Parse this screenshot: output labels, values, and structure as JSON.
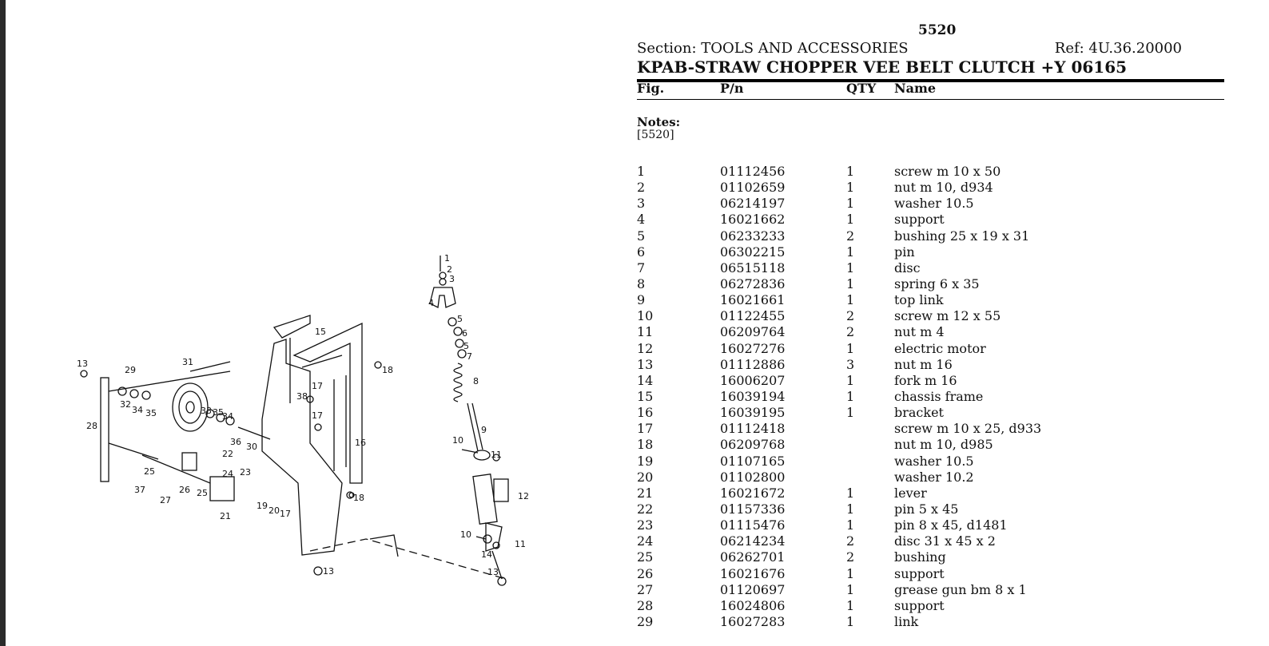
{
  "page_number": "5520",
  "section": "Section: TOOLS AND ACCESSORIES",
  "ref": "Ref: 4U.36.20000",
  "title": "KPAB-STRAW CHOPPER VEE BELT CLUTCH +Y 06165",
  "headers": {
    "fig": "Fig.",
    "pn": "P/n",
    "qty": "QTY",
    "name": "Name"
  },
  "notes": {
    "label": "Notes:",
    "value": "[5520]"
  },
  "parts": [
    {
      "fig": "1",
      "pn": "01112456",
      "qty": "1",
      "name": "screw m 10 x 50"
    },
    {
      "fig": "2",
      "pn": "01102659",
      "qty": "1",
      "name": "nut m 10, d934"
    },
    {
      "fig": "3",
      "pn": "06214197",
      "qty": "1",
      "name": "washer 10.5"
    },
    {
      "fig": "4",
      "pn": "16021662",
      "qty": "1",
      "name": "support"
    },
    {
      "fig": "5",
      "pn": "06233233",
      "qty": "2",
      "name": "bushing 25 x 19 x 31"
    },
    {
      "fig": "6",
      "pn": "06302215",
      "qty": "1",
      "name": "pin"
    },
    {
      "fig": "7",
      "pn": "06515118",
      "qty": "1",
      "name": "disc"
    },
    {
      "fig": "8",
      "pn": "06272836",
      "qty": "1",
      "name": "spring 6 x 35"
    },
    {
      "fig": "9",
      "pn": "16021661",
      "qty": "1",
      "name": "top link"
    },
    {
      "fig": "10",
      "pn": "01122455",
      "qty": "2",
      "name": "screw m 12 x 55"
    },
    {
      "fig": "11",
      "pn": "06209764",
      "qty": "2",
      "name": "nut m 4"
    },
    {
      "fig": "12",
      "pn": "16027276",
      "qty": "1",
      "name": "electric motor"
    },
    {
      "fig": "13",
      "pn": "01112886",
      "qty": "3",
      "name": "nut m 16"
    },
    {
      "fig": "14",
      "pn": "16006207",
      "qty": "1",
      "name": "fork m 16"
    },
    {
      "fig": "15",
      "pn": "16039194",
      "qty": "1",
      "name": "chassis frame"
    },
    {
      "fig": "16",
      "pn": "16039195",
      "qty": "1",
      "name": "bracket"
    },
    {
      "fig": "17",
      "pn": "01112418",
      "qty": "",
      "name": "screw m 10 x 25, d933"
    },
    {
      "fig": "18",
      "pn": "06209768",
      "qty": "",
      "name": "nut m 10, d985"
    },
    {
      "fig": "19",
      "pn": "01107165",
      "qty": "",
      "name": "washer 10.5"
    },
    {
      "fig": "20",
      "pn": "01102800",
      "qty": "",
      "name": "washer 10.2"
    },
    {
      "fig": "21",
      "pn": "16021672",
      "qty": "1",
      "name": "lever"
    },
    {
      "fig": "22",
      "pn": "01157336",
      "qty": "1",
      "name": "pin 5 x 45"
    },
    {
      "fig": "23",
      "pn": "01115476",
      "qty": "1",
      "name": "pin 8 x 45, d1481"
    },
    {
      "fig": "24",
      "pn": "06214234",
      "qty": "2",
      "name": "disc 31 x 45 x 2"
    },
    {
      "fig": "25",
      "pn": "06262701",
      "qty": "2",
      "name": "bushing"
    },
    {
      "fig": "26",
      "pn": "16021676",
      "qty": "1",
      "name": "support"
    },
    {
      "fig": "27",
      "pn": "01120697",
      "qty": "1",
      "name": "grease gun bm 8 x 1"
    },
    {
      "fig": "28",
      "pn": "16024806",
      "qty": "1",
      "name": "support"
    },
    {
      "fig": "29",
      "pn": "16027283",
      "qty": "1",
      "name": "link"
    }
  ],
  "diagram_labels": [
    "13",
    "29",
    "31",
    "32",
    "34",
    "35",
    "33",
    "35",
    "34",
    "28",
    "36",
    "30",
    "25",
    "37",
    "27",
    "26",
    "25",
    "24",
    "23",
    "22",
    "21",
    "19",
    "20",
    "17",
    "15",
    "38",
    "17",
    "17",
    "18",
    "16",
    "18",
    "13",
    "1",
    "2",
    "3",
    "4",
    "5",
    "6",
    "5",
    "7",
    "8",
    "9",
    "10",
    "11",
    "12",
    "10",
    "11",
    "14",
    "13"
  ]
}
